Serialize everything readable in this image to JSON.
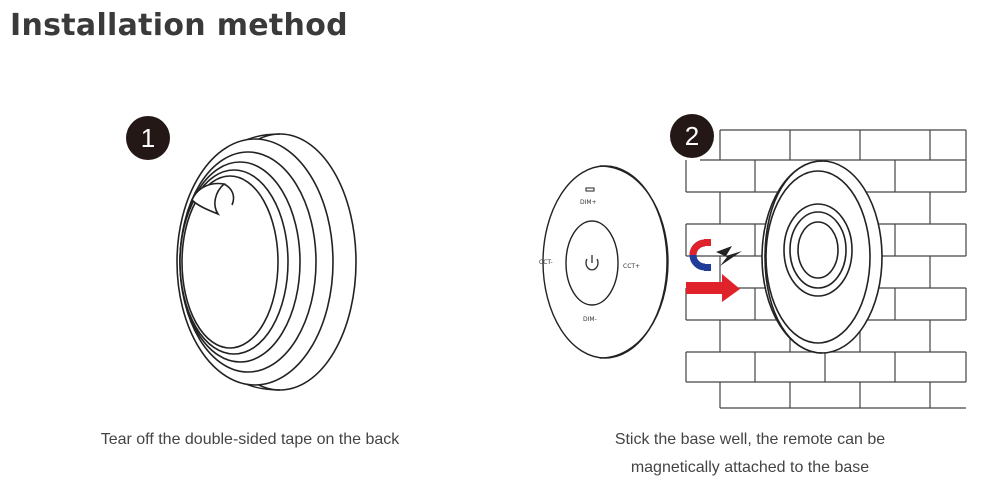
{
  "page": {
    "title": "Installation method"
  },
  "steps": [
    {
      "number": "1",
      "caption": "Tear off the double-sided tape on the back"
    },
    {
      "number": "2",
      "caption_line1": "Stick the base well, the remote can be",
      "caption_line2": "magnetically attached to the base"
    }
  ],
  "remote": {
    "labels": {
      "top": "DIM+",
      "bottom": "DIM-",
      "left": "CCT-",
      "right": "CCT+"
    }
  },
  "icons": [
    "magnet-icon",
    "lightning-icon",
    "arrow-right-icon",
    "power-icon"
  ],
  "colors": {
    "step_badge": "#231815",
    "magnet_blue": "#1f3c99",
    "magnet_red": "#e0232b",
    "arrow_red": "#e0232b"
  }
}
